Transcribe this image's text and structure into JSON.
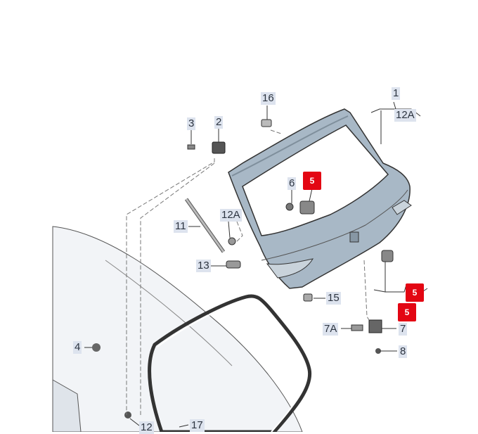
{
  "diagram": {
    "title": "",
    "colors": {
      "tailgate": "#a8b8c6",
      "label_bg": "#dde3ee",
      "highlight": "#e30613"
    },
    "labels": [
      {
        "id": "16",
        "text": "16"
      },
      {
        "id": "1",
        "text": "1"
      },
      {
        "id": "12A-top",
        "text": "12A"
      },
      {
        "id": "3",
        "text": "3"
      },
      {
        "id": "2",
        "text": "2"
      },
      {
        "id": "6",
        "text": "6"
      },
      {
        "id": "11",
        "text": "11"
      },
      {
        "id": "12A-mid",
        "text": "12A"
      },
      {
        "id": "13",
        "text": "13"
      },
      {
        "id": "15",
        "text": "15"
      },
      {
        "id": "7A",
        "text": "7A"
      },
      {
        "id": "7",
        "text": "7"
      },
      {
        "id": "4",
        "text": "4"
      },
      {
        "id": "8",
        "text": "8"
      },
      {
        "id": "12",
        "text": "12"
      },
      {
        "id": "17",
        "text": "17"
      }
    ],
    "highlighted": [
      {
        "id": "5-a",
        "text": "5"
      },
      {
        "id": "5-b",
        "text": "5"
      },
      {
        "id": "5-c",
        "text": "5"
      }
    ]
  }
}
